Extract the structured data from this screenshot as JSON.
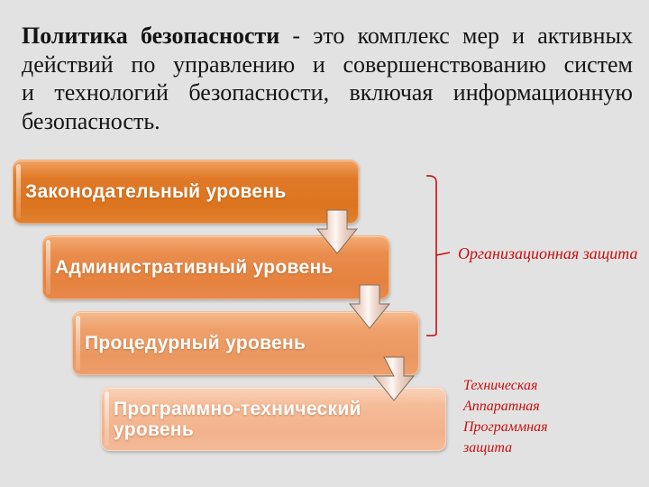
{
  "slide": {
    "background_color": "#E3E2E2",
    "title": {
      "line1_bold": "Политика безопасности",
      "line1_rest": " - это комплекс мер и активных",
      "line2": "действий по управлению и совершенствованию систем",
      "line3": "и технологий безопасности, включая информационную",
      "line4": "безопасность."
    },
    "diagram": {
      "levels": [
        {
          "label": "Законодательный уровень"
        },
        {
          "label": "Административный уровень"
        },
        {
          "label": "Процедурный уровень"
        },
        {
          "label": "Программно-технический уровень"
        }
      ],
      "colors": {
        "level1": "#DC741F",
        "level2": "#E5823E",
        "level3": "#EB9760",
        "level4": "#F2B28C",
        "box_text": "#FFFFFF",
        "arrow_fill": "#F3E0D8",
        "arrow_outline": "#7F7060"
      }
    },
    "annotations": {
      "accent_color": "#C90E0E",
      "brace_label": "Организационная защита",
      "tech_lines": [
        "Техническая",
        "Аппаратная",
        "Программная",
        "защита"
      ]
    }
  }
}
